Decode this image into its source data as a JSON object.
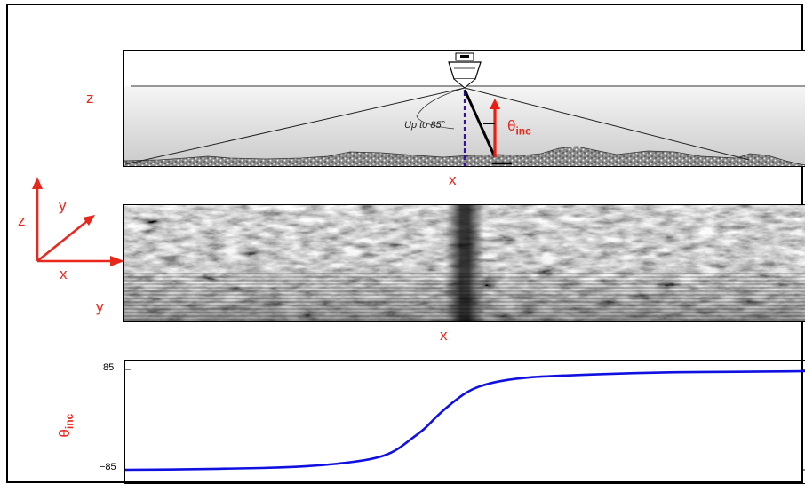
{
  "top_panel": {
    "z_label": "z",
    "x_label": "x",
    "angle_annotation": "Up to 85°",
    "theta_symbol": "θ",
    "theta_subscript": "inc"
  },
  "axes_diagram": {
    "z_label": "z",
    "y_label": "y",
    "x_label": "x",
    "axis_color": "#e8271d"
  },
  "middle_panel": {
    "y_label": "y",
    "x_label": "x"
  },
  "chart_data": {
    "type": "line",
    "ylabel_symbol": "θ",
    "ylabel_subscript": "inc",
    "yticks": [
      "85",
      "−85"
    ],
    "ylim": [
      -85,
      85
    ],
    "series": [
      {
        "color": "#1010e0",
        "x": [
          0,
          0.1,
          0.2,
          0.25,
          0.3,
          0.35,
          0.38,
          0.4,
          0.42,
          0.44,
          0.46,
          0.48,
          0.5,
          0.52,
          0.55,
          0.6,
          0.7,
          0.8,
          0.9,
          1.0
        ],
        "y": [
          -85,
          -84,
          -82,
          -80,
          -76,
          -69,
          -61,
          -50,
          -33,
          -15,
          8,
          28,
          45,
          56,
          65,
          72,
          77,
          80,
          81,
          82
        ]
      }
    ]
  }
}
